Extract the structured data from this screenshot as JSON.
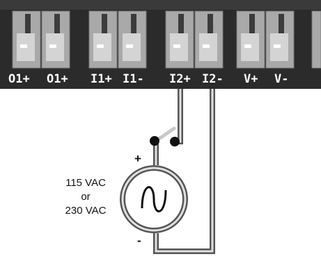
{
  "terminal_block": {
    "labels": [
      "O1+",
      "O1+",
      "I1+",
      "I1-",
      "I2+",
      "I2-",
      "V+",
      "V-"
    ]
  },
  "source": {
    "line1": "115 VAC",
    "line2": "or",
    "line3": "230 VAC",
    "plus": "+",
    "minus": "-"
  },
  "colors": {
    "housing": "#2b2b2b",
    "terminal": "#a9a9a9",
    "wire": "#555555",
    "wire_inner": "#e0e0e0",
    "label": "#ffffff"
  }
}
